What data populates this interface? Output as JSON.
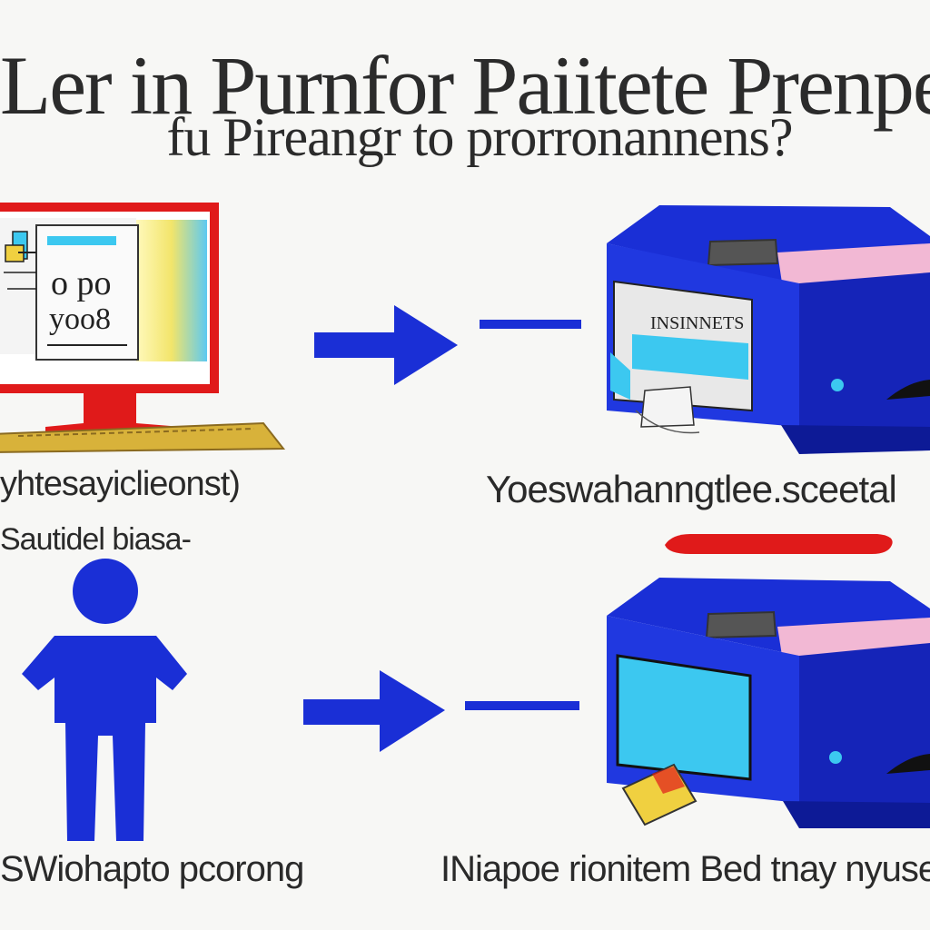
{
  "title": "Ler in Purnfor Paiitete Prenpea",
  "subtitle": "fu Pireangr to prorronannens?",
  "captions": [
    "yhtesayiclieonst)",
    "Sautidel biasa-",
    "Yoeswahanngtlee.sceetal",
    "SWiohapto pcorong",
    "INiapoe rionitem Bed tnay nyuse"
  ],
  "screen_text": {
    "line1": "o po",
    "line2": "yoo8"
  },
  "printer_label": "INSINNETS",
  "colors": {
    "blue": "#1a2fd6",
    "red": "#e01a1a",
    "cyan": "#3cc8f0",
    "pink": "#f2b8d4",
    "yellow": "#f0d040"
  }
}
